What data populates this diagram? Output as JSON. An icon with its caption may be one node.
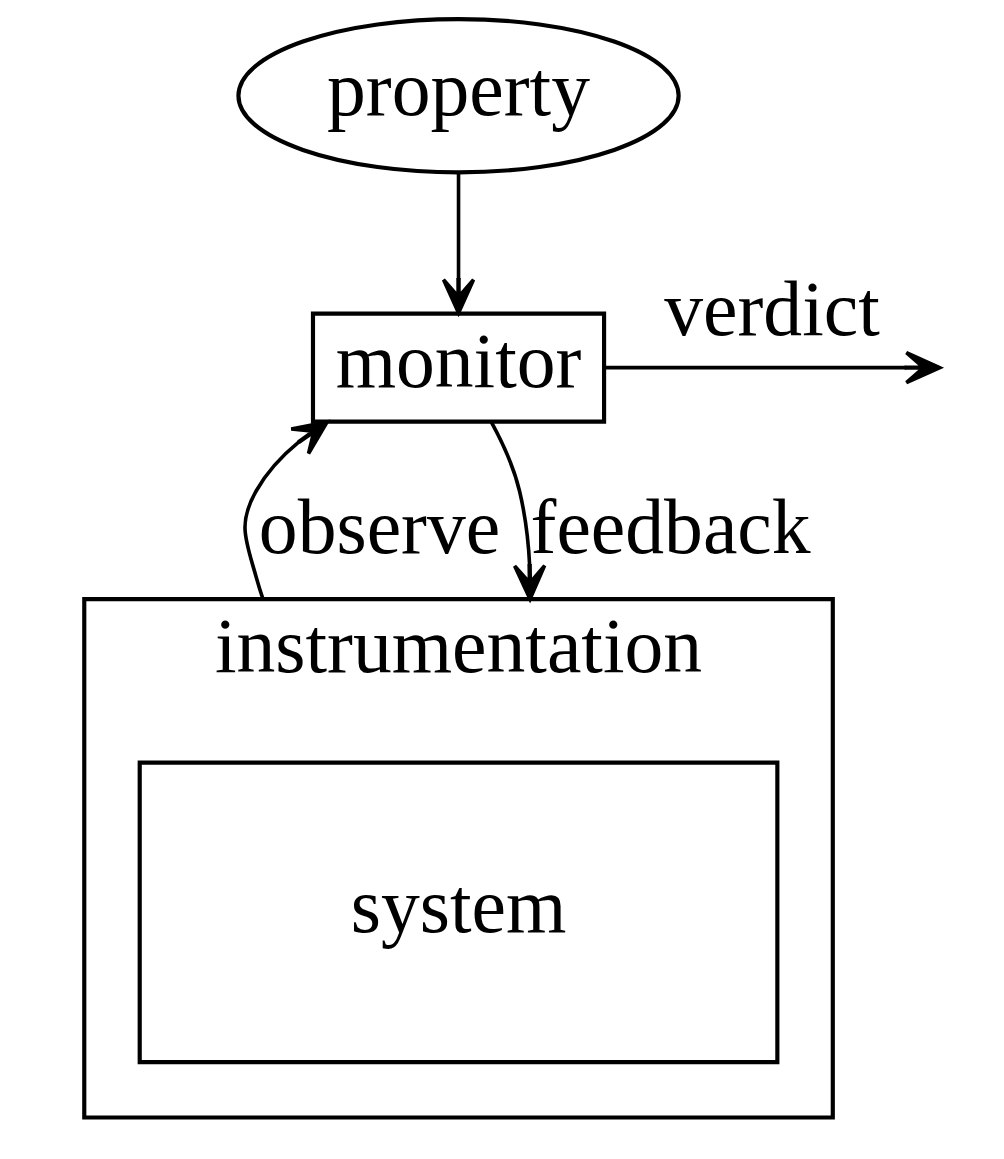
{
  "diagram": {
    "nodes": [
      {
        "text": [
          "property"
        ]
      },
      {
        "text": [
          "monitor"
        ]
      },
      {
        "text": [
          "instrumentation"
        ]
      },
      {
        "text": [
          "system"
        ],
        "in": 2
      }
    ],
    "edges": [
      {
        "from": 0,
        "to": 1,
        "arrow": "to"
      },
      {
        "from": 2,
        "to": 1,
        "arrow": "to",
        "label": "observe"
      },
      {
        "from": 1,
        "to": 2,
        "arrow": "to",
        "label": "feedback"
      },
      {
        "from": 1,
        "to": null,
        "arrow": "to",
        "label": "verdict"
      }
    ]
  }
}
